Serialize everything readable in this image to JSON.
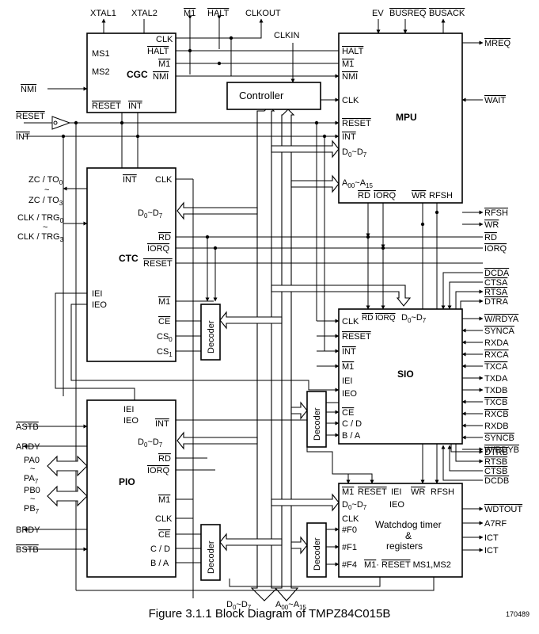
{
  "caption": "Figure 3.1.1  Block Diagram of TMPZ84C015B",
  "figure_number": "170489",
  "top_pins": {
    "xtal1": "XTAL1",
    "xtal2": "XTAL2",
    "m1": "M1",
    "halt": "HALT",
    "clkout": "CLKOUT",
    "ev": "EV",
    "busreq": "BUSREQ",
    "busack": "BUSACK",
    "clkin": "CLKIN"
  },
  "left_pins": {
    "nmi": "NMI",
    "reset": "RESET",
    "int": "INT",
    "zc_to0": "ZC / TO",
    "zc_to0_sub": "0",
    "zc_to3": "ZC / TO",
    "zc_to3_sub": "3",
    "clk_trg0": "CLK / TRG",
    "clk_trg0_sub": "0",
    "clk_trg3": "CLK / TRG",
    "clk_trg3_sub": "3",
    "astb": "ASTB",
    "ardy": "ARDY",
    "pa0": "PA0",
    "pa7": "PA",
    "pa7_sub": "7",
    "pb0": "PB0",
    "pb7": "PB",
    "pb7_sub": "7",
    "brdy": "BRDY",
    "bstb": "BSTB",
    "tilde": "~"
  },
  "cgc": {
    "name": "CGC",
    "ms1": "MS1",
    "ms2": "MS2",
    "clk": "CLK",
    "halt": "HALT",
    "m1": "M1",
    "nmi": "NMI",
    "reset": "RESET",
    "int": "INT"
  },
  "controller": {
    "name": "Controller"
  },
  "mpu": {
    "name": "MPU",
    "halt": "HALT",
    "m1": "M1",
    "nmi": "NMI",
    "clk": "CLK",
    "reset": "RESET",
    "int": "INT",
    "d_bus": "D",
    "d_sub0": "0",
    "tilde": "~",
    "d_sub7": "7",
    "a_bus": "A",
    "a_sub00": "00",
    "a_sub15": "15",
    "rd": "RD",
    "iorq": "IORQ",
    "wr": "WR",
    "rfsh": "RFSH"
  },
  "mpu_right_pins": {
    "mreq": "MREQ",
    "wait": "WAIT"
  },
  "bus_signals": {
    "rfsh": "RFSH",
    "wr": "WR",
    "rd": "RD",
    "iorq": "IORQ"
  },
  "ctc": {
    "name": "CTC",
    "int": "INT",
    "clk": "CLK",
    "d_bus": "D",
    "d_sub0": "0",
    "d_sub7": "7",
    "tilde": "~",
    "rd": "RD",
    "iorq": "IORQ",
    "reset": "RESET",
    "iei": "IEI",
    "ieo": "IEO",
    "m1": "M1",
    "ce": "CE",
    "cs0": "CS",
    "cs0_sub": "0",
    "cs1": "CS",
    "cs1_sub": "1"
  },
  "sio": {
    "name": "SIO",
    "clk": "CLK",
    "rd": "RD",
    "iorq": "IORQ",
    "d_bus": "D",
    "d_sub0": "0",
    "d_sub7": "7",
    "tilde": "~",
    "reset": "RESET",
    "int": "INT",
    "m1": "M1",
    "iei": "IEI",
    "ieo": "IEO",
    "ce": "CE",
    "cd": "C / D",
    "ba": "B / A",
    "right_pins": [
      "W/RDYA",
      "SYNCA",
      "RXDA",
      "RXCA",
      "TXCA",
      "TXDA",
      "TXDB",
      "TXCB",
      "RXCB",
      "RXDB",
      "SYNCB",
      "W/RDYB"
    ],
    "top_right_pins": [
      "DCDA",
      "CTSA",
      "RTSA",
      "DTRA"
    ],
    "bottom_right_pins": [
      "DTRB",
      "RTSB",
      "CTSB",
      "DCDB"
    ]
  },
  "pio": {
    "name": "PIO",
    "iei": "IEI",
    "ieo": "IEO",
    "int": "INT",
    "d_bus": "D",
    "d_sub0": "0",
    "d_sub7": "7",
    "tilde": "~",
    "rd": "RD",
    "iorq": "IORQ",
    "m1": "M1",
    "clk": "CLK",
    "ce": "CE",
    "cd": "C / D",
    "ba": "B / A"
  },
  "wdt": {
    "m1": "M1",
    "reset": "RESET",
    "iei": "IEI",
    "wr": "WR",
    "rfsh": "RFSH",
    "d_bus": "D",
    "d_sub0": "0",
    "d_sub7": "7",
    "tilde": "~",
    "ieo": "IEO",
    "clk": "CLK",
    "f0": "#F0",
    "f1": "#F1",
    "f4": "#F4",
    "title1": "Watchdog timer",
    "title2": "&",
    "title3": "registers",
    "bottom_m1": "M1",
    "bottom_dot": "·",
    "bottom_reset": "RESET",
    "ms": "MS1,MS2",
    "right_pins": [
      "WDTOUT",
      "A7RF",
      "ICT",
      "ICT"
    ]
  },
  "decoder": {
    "label": "Decoder"
  },
  "bottom_bus": {
    "d": "D",
    "d_sub0": "0",
    "tilde": "~",
    "d_sub7": "7",
    "a": "A",
    "a_sub00": "00",
    "a_sub15": "15"
  }
}
